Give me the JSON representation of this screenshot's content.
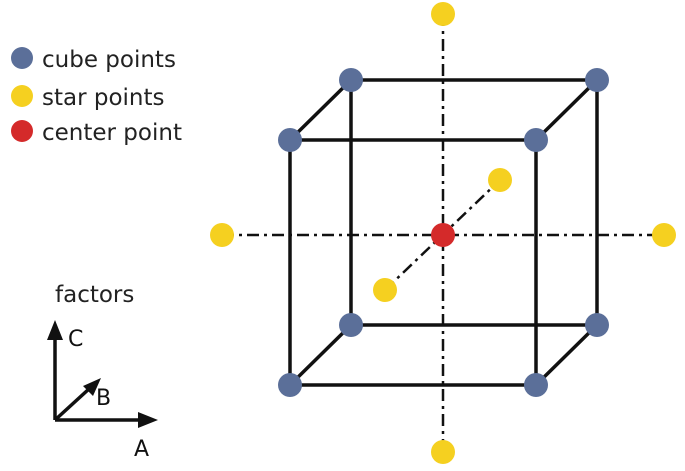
{
  "legend": {
    "items": [
      {
        "label": "cube points",
        "color": "#5b6f99"
      },
      {
        "label": "star points",
        "color": "#f5d020"
      },
      {
        "label": "center point",
        "color": "#d42a2a"
      }
    ]
  },
  "factors": {
    "title": "factors",
    "axes": [
      "C",
      "B",
      "A"
    ]
  },
  "colors": {
    "cube": "#5b6f99",
    "star": "#f5d020",
    "center": "#d42a2a",
    "edge": "#111111"
  },
  "counts": {
    "cube_points": 8,
    "star_points": 6,
    "center_points": 1
  }
}
